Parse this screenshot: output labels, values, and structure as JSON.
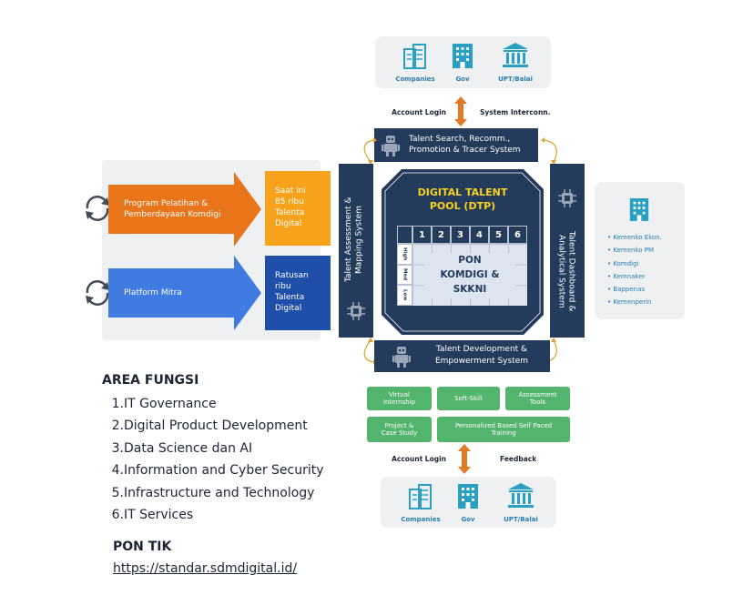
{
  "top_panel": {
    "icons": [
      {
        "icon": "buildings-icon",
        "label": "Companies"
      },
      {
        "icon": "office-building-icon",
        "label": "Gov"
      },
      {
        "icon": "institution-icon",
        "label": "UPT/Balai"
      }
    ]
  },
  "top_connector": {
    "left": "Account Login",
    "right": "System Interconn."
  },
  "top_box": {
    "line1": "Talent Search, Recomm.,",
    "line2": "Promotion & Tracer System"
  },
  "left_box": {
    "line1": "Talent Assessment &",
    "line2": "Mapping System"
  },
  "right_box": {
    "line1": "Talent Dashboard &",
    "line2": "Analytical System"
  },
  "bottom_box": {
    "line1": "Talent Development &",
    "line2": "Empowerment System"
  },
  "center": {
    "title_line1": "DIGITAL TALENT",
    "title_line2": "POOL (DTP)",
    "columns": [
      "1",
      "2",
      "3",
      "4",
      "5",
      "6"
    ],
    "rows": [
      "High",
      "Med",
      "Low"
    ],
    "overlay_line1": "PON",
    "overlay_line2": "KOMDIGI &",
    "overlay_line3": "SKKNI"
  },
  "programs": [
    {
      "arrow_text_line1": "Program Pelatihan &",
      "arrow_text_line2": "Pemberdayaan Komdigi",
      "result": [
        "Saat ini",
        "85 ribu",
        "Talenta",
        "Digital"
      ],
      "color": "#e8751a",
      "result_color": "#f6a21b"
    },
    {
      "arrow_text_line1": "Platform Mitra",
      "arrow_text_line2": "",
      "result": [
        "Ratusan",
        "ribu",
        "Talenta",
        "Digital"
      ],
      "color": "#3f7be0",
      "result_color": "#1f4fa8"
    }
  ],
  "right_panel": {
    "icon": "office-building-icon",
    "items": [
      "Kemenko Ekon.",
      "Kemenko PM",
      "Komdigi",
      "Kemnaker",
      "Bappenas",
      "Kemenperin"
    ]
  },
  "green_boxes": {
    "row1": [
      [
        "Virtual",
        "Internship"
      ],
      [
        "Soft-Skill",
        ""
      ],
      [
        "Assessment",
        "Tools"
      ]
    ],
    "row2": [
      [
        "Project &",
        "Case Study"
      ],
      [
        "Personalized Based Self Paced",
        "Training"
      ]
    ]
  },
  "bottom_connector": {
    "left": "Account Login",
    "right": "Feedback"
  },
  "bottom_panel": {
    "icons": [
      {
        "icon": "buildings-icon",
        "label": "Companies"
      },
      {
        "icon": "office-building-icon",
        "label": "Gov"
      },
      {
        "icon": "institution-icon",
        "label": "UPT/Balai"
      }
    ]
  },
  "area_fungsi": {
    "heading": "AREA FUNGSI",
    "items": [
      {
        "n": "1.",
        "t": "IT Governance"
      },
      {
        "n": "2.",
        "t": "Digital Product Development"
      },
      {
        "n": "3.",
        "t": "Data Science dan AI"
      },
      {
        "n": "4.",
        "t": "Information and Cyber Security"
      },
      {
        "n": "5.",
        "t": "Infrastructure and Technology"
      },
      {
        "n": "6.",
        "t": "IT Services"
      }
    ]
  },
  "pon_tik": {
    "heading": "PON TIK",
    "link": "https://standar.sdmdigital.id/"
  },
  "colors": {
    "navy": "#243b5c",
    "teal": "#2a9fc4",
    "green": "#53b56d",
    "orange_connector": "#e07a24",
    "yellow_title": "#f7d21e"
  }
}
